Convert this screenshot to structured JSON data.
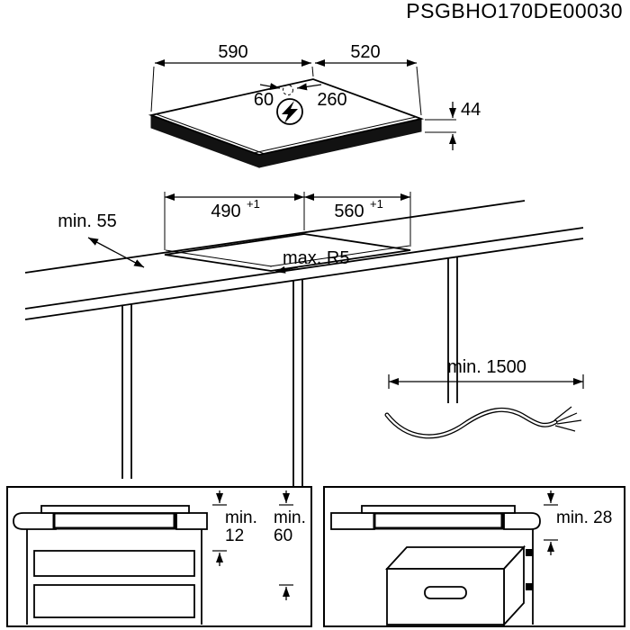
{
  "header": {
    "code": "PSGBHO170DE00030"
  },
  "hob": {
    "width": "590",
    "depth": "520",
    "height": "44",
    "mains_offset_left": "60",
    "mains_offset_right": "260"
  },
  "cutout": {
    "depth": "490",
    "depth_sup": "+1",
    "width": "560",
    "width_sup": "+1",
    "edge_distance": "min. 55",
    "corner_radius": "max. R5"
  },
  "cable": {
    "length": "min. 1500"
  },
  "drawer_clearance": {
    "min1": "min.",
    "value1": "12",
    "min2": "min.",
    "value2": "60"
  },
  "oven_clearance": {
    "value": "min. 28"
  }
}
